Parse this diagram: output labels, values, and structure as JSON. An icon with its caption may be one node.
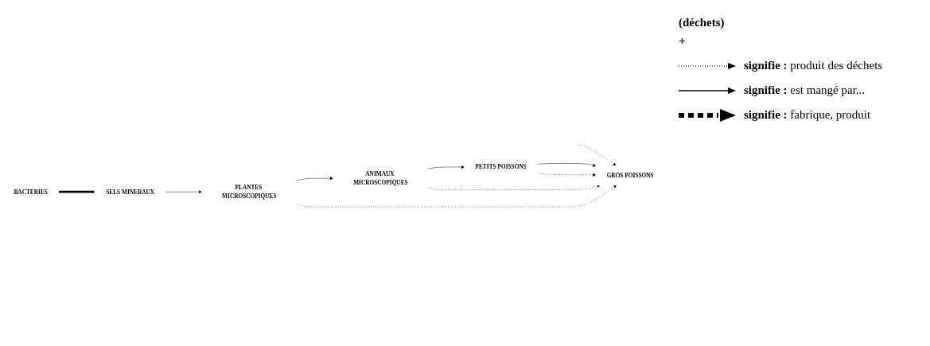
{
  "diagram": {
    "nodes": [
      {
        "text": [
          "PLANTES MICROSCOPIQUES"
        ]
      },
      {
        "text": [
          "ANIMAUX MICROSCOPIQUES"
        ]
      },
      {
        "text": [
          "SELS MINERAUX"
        ]
      },
      {
        "text": [
          "PETITS POISSONS"
        ]
      },
      {
        "text": [
          "GROS POISSONS"
        ]
      },
      {
        "text": [
          "BACTERIES"
        ]
      }
    ],
    "edges": [
      {
        "from": 2,
        "to": 0,
        "arrow": "to"
      },
      {
        "from": 0,
        "to": 1,
        "arrow": "to"
      },
      {
        "from": 1,
        "to": 3,
        "arrow": "to"
      },
      {
        "from": 3,
        "to": 4,
        "arrow": "to"
      },
      {
        "from": 0,
        "to": 4,
        "arrow": "to",
        "style": "dashed"
      },
      {
        "from": 1,
        "to": 4,
        "arrow": "to",
        "style": "dashed"
      },
      {
        "from": 3,
        "to": 4,
        "arrow": "to",
        "style": "dashed"
      },
      {
        "from": null,
        "to": 4,
        "arrow": "to",
        "style": "dashed"
      },
      {
        "from": 5,
        "to": 2,
        "arrow": "to",
        "style": "thick"
      }
    ],
    "labels": [
      "(déchets)",
      "+"
    ],
    "legend": [
      {
        "text": "**signifie :** produit des déchets"
      },
      {
        "text": "**signifie :** est mangé par..."
      },
      {
        "text": "**signifie :** fabrique, produit"
      }
    ]
  }
}
